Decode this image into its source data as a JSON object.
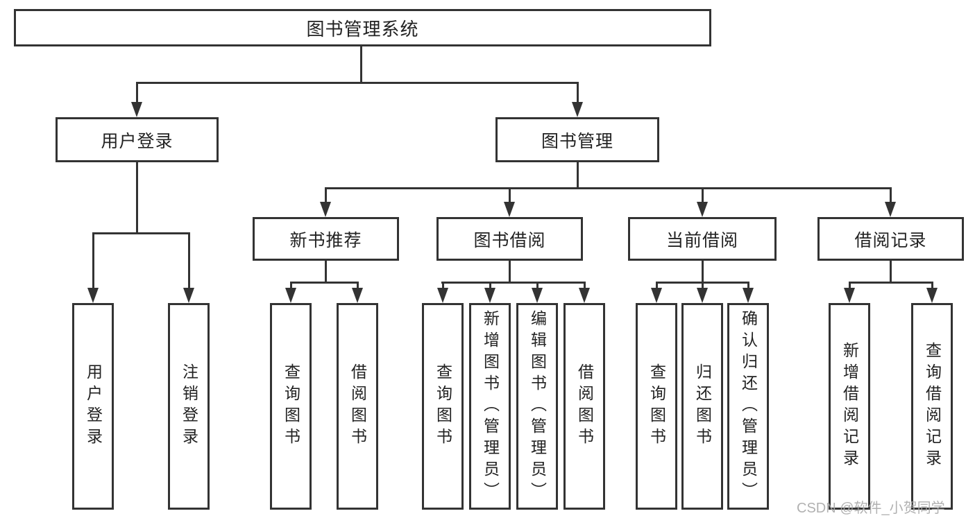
{
  "diagram": {
    "title": "图书管理系统",
    "branches": [
      {
        "label": "用户登录",
        "children": [
          "用户登录",
          "注销登录"
        ]
      },
      {
        "label": "图书管理",
        "children": [
          {
            "label": "新书推荐",
            "children": [
              "查询图书",
              "借阅图书"
            ]
          },
          {
            "label": "图书借阅",
            "children": [
              "查询图书",
              "新增图书（管理员）",
              "编辑图书（管理员）",
              "借阅图书"
            ]
          },
          {
            "label": "当前借阅",
            "children": [
              "查询图书",
              "归还图书",
              "确认归还（管理员）"
            ]
          },
          {
            "label": "借阅记录",
            "children": [
              "新增借阅记录",
              "查询借阅记录"
            ]
          }
        ]
      }
    ]
  },
  "watermark": {
    "text": "CSDN @软件_小贺同学"
  },
  "colors": {
    "line": "#333333",
    "text": "#222222",
    "watermark": "#a9a9a9",
    "background": "#ffffff"
  }
}
